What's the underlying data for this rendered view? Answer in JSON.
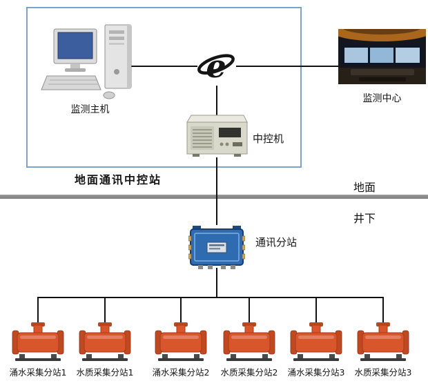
{
  "ground_station": {
    "box_label": "地面通讯中控站",
    "host_label": "监测主机",
    "control_machine_label": "中控机"
  },
  "monitoring_center": {
    "label": "监测中心"
  },
  "divider": {
    "surface_label": "地面",
    "underground_label": "井下"
  },
  "substation": {
    "label": "通讯分站"
  },
  "stations": [
    {
      "label": "涌水采集分站1"
    },
    {
      "label": "水质采集分站1"
    },
    {
      "label": "涌水采集分站2"
    },
    {
      "label": "水质采集分站2"
    },
    {
      "label": "涌水采集分站3"
    },
    {
      "label": "水质采集分站3"
    }
  ],
  "icons": {
    "internet": "e-globe-icon",
    "host": "desktop-computer-icon",
    "control_machine": "rack-server-icon",
    "substation": "junction-box-icon",
    "station": "flow-sensor-icon"
  },
  "colors": {
    "ground_box_border": "#7aa3c9",
    "divider_gray": "#8f8f8f",
    "line_black": "#111111",
    "device_orange": "#d9552c",
    "substation_blue": "#2e6bb0"
  }
}
